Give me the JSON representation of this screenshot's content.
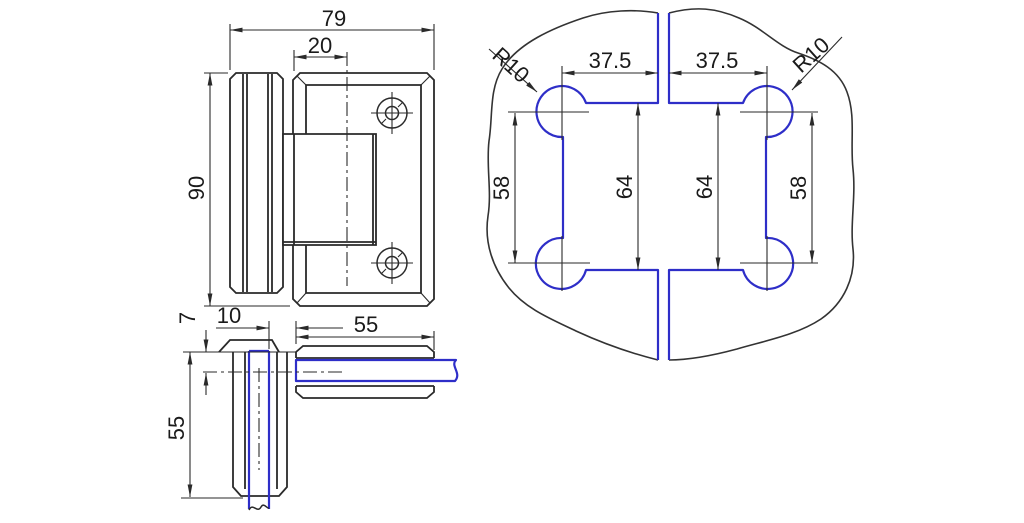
{
  "drawing": {
    "type": "technical-drawing",
    "subject": "glass-door hinge with glass cutout template",
    "colors": {
      "line": "#2a2a2a",
      "glass": "#2e2ec8",
      "background": "#ffffff"
    },
    "front_view": {
      "width": "79",
      "pivot_offset": "20",
      "height": "90"
    },
    "top_view": {
      "center_offset": "7",
      "door_gap": "10",
      "plate_length": "55",
      "leg_length": "55"
    },
    "cutout_view": {
      "notch_width_left": "37.5",
      "notch_width_right": "37.5",
      "corner_radius_left": "R10",
      "corner_radius_right": "R10",
      "hole_pitch_left": "58",
      "notch_height_left": "64",
      "notch_height_right": "64",
      "hole_pitch_right": "58"
    }
  }
}
